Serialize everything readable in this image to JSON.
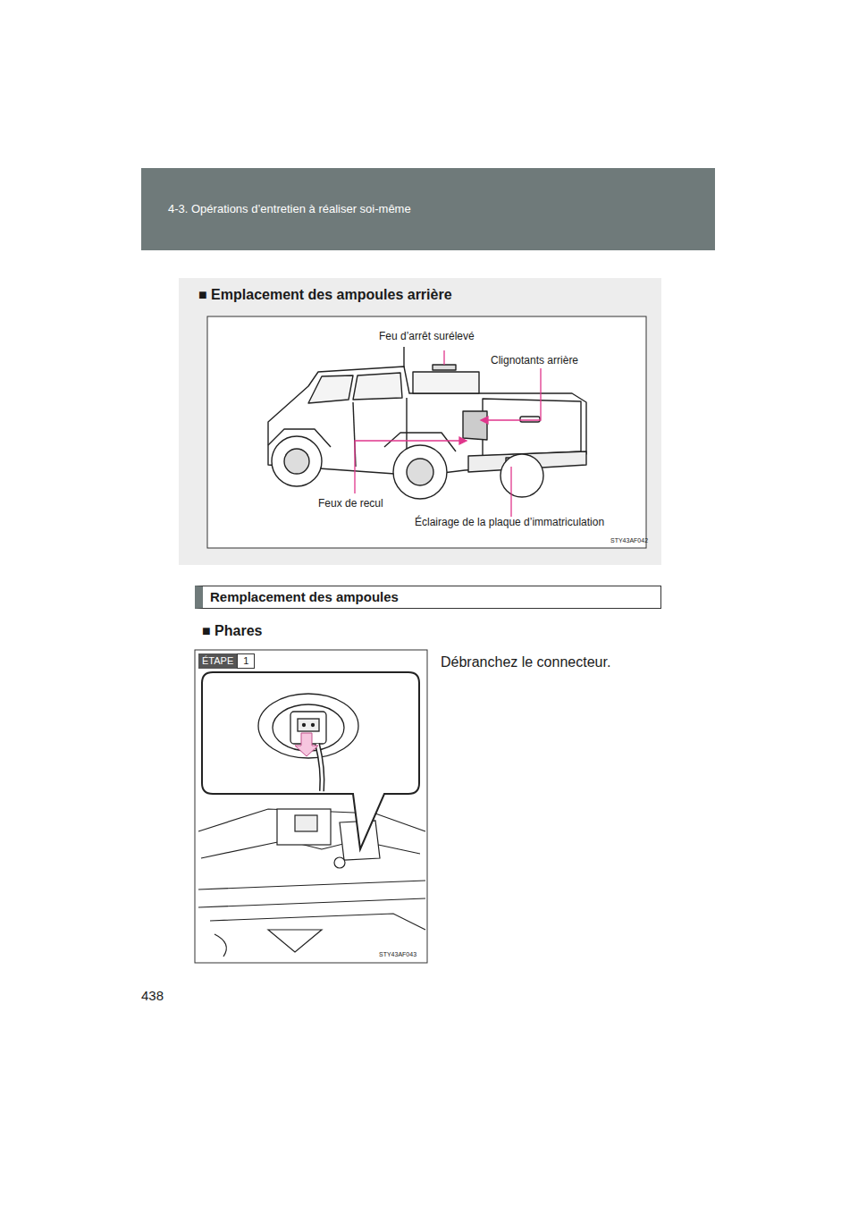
{
  "diagram": {
    "nodes": [
      {
        "text": [
          "4-3. Opérations d’entretien à réaliser soi-même"
        ]
      },
      {
        "text": [
          "■ Emplacement des ampoules arrière"
        ]
      },
      {
        "text": [
          "Remplacement des ampoules"
        ]
      },
      {
        "text": [
          "ÉTAPE",
          "1"
        ]
      }
    ],
    "labels": [
      "438",
      "Feu d’arrêt surélevé",
      "Clignotants arrière",
      "Feux de recul",
      "Éclairage de la plaque d’immatriculation",
      "STY43AF042",
      "■ Phares",
      "Débranchez le connecteur.",
      "STY43AF043"
    ]
  }
}
